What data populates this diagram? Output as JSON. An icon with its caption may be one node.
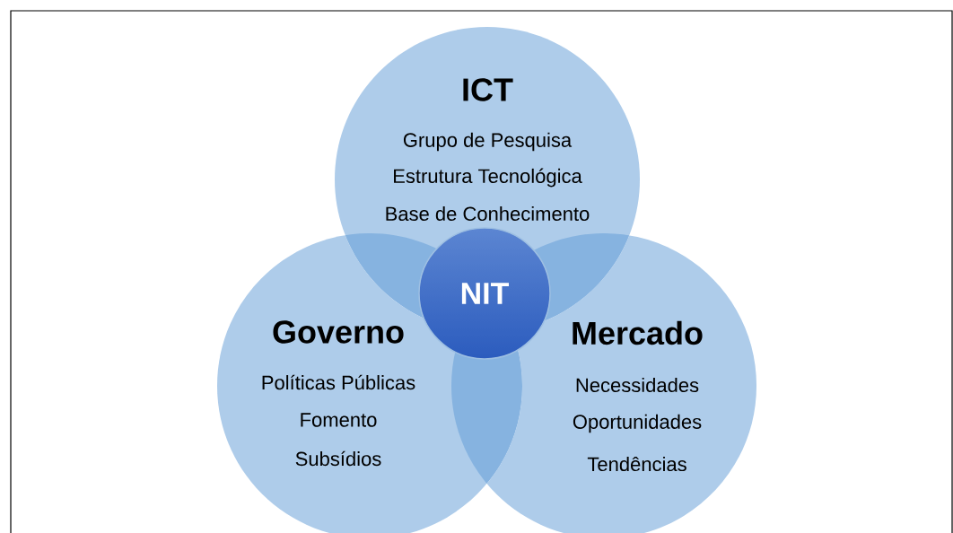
{
  "diagram": {
    "nodes": [
      {
        "text": [
          "ICT",
          "Grupo de Pesquisa",
          "Estrutura Tecnológica",
          "Base de Conhecimento"
        ]
      },
      {
        "text": [
          "Governo",
          "Políticas Públicas",
          "Fomento",
          "Subsídios"
        ]
      },
      {
        "text": [
          "Mercado",
          "Necessidades",
          "Oportunidades",
          "Tendências"
        ]
      },
      {
        "text": [
          "NIT"
        ]
      }
    ]
  }
}
